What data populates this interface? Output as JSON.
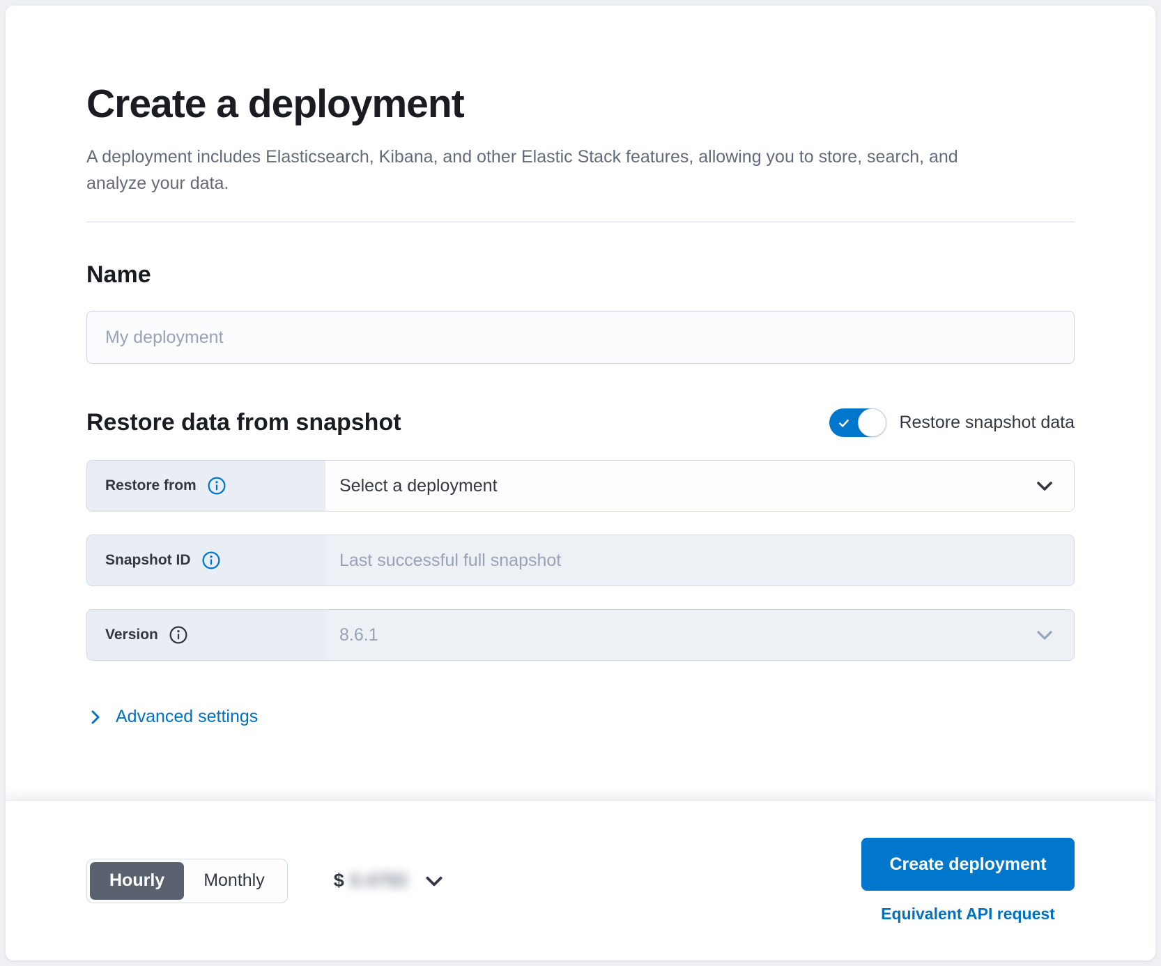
{
  "page": {
    "title": "Create a deployment",
    "subtitle": "A deployment includes Elasticsearch, Kibana, and other Elastic Stack features, allowing you to store, search, and analyze your data."
  },
  "name_section": {
    "heading": "Name",
    "input_placeholder": "My deployment"
  },
  "restore_section": {
    "heading": "Restore data from snapshot",
    "toggle_label": "Restore snapshot data",
    "toggle_on": true,
    "rows": [
      {
        "label": "Restore from",
        "value": "Select a deployment",
        "type": "select",
        "disabled": false
      },
      {
        "label": "Snapshot ID",
        "placeholder": "Last successful full snapshot",
        "type": "input",
        "disabled": true
      },
      {
        "label": "Version",
        "value": "8.6.1",
        "type": "select",
        "disabled": true
      }
    ]
  },
  "advanced_settings": {
    "label": "Advanced settings"
  },
  "footer": {
    "billing": {
      "options": [
        "Hourly",
        "Monthly"
      ],
      "selected": "Hourly"
    },
    "price": {
      "currency": "$",
      "amount": "0.4793",
      "blurred": true
    },
    "create_button_label": "Create deployment",
    "api_link_label": "Equivalent API request"
  },
  "colors": {
    "accent_blue": "#0077cc",
    "link_blue": "#0071c2",
    "selected_segment": "#5a6270",
    "label_column_bg": "#e9edf4",
    "disabled_field_bg": "#edf0f5",
    "border": "#d3dae6",
    "heading_text": "#1a1c21",
    "body_text": "#646a79"
  }
}
